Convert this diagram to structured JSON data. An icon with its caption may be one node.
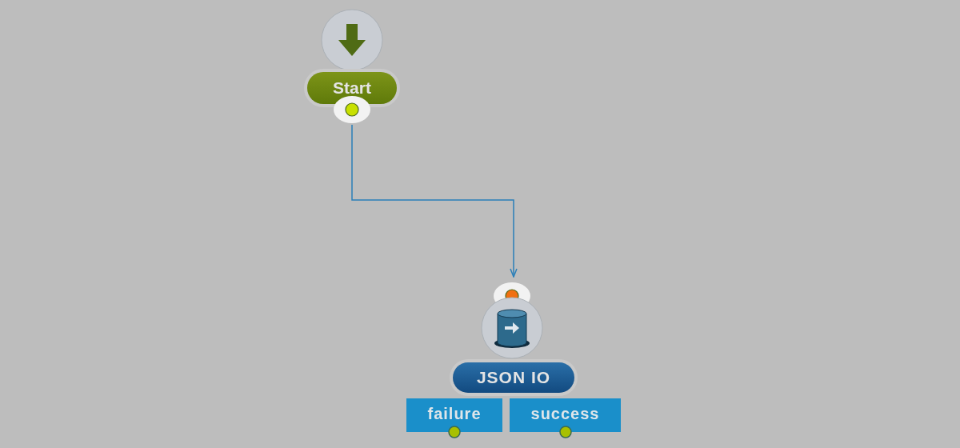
{
  "diagram": {
    "nodes": [
      {
        "text": [
          "Start"
        ]
      },
      {
        "text": [
          "JSON IO"
        ]
      },
      {
        "text": [
          "failure"
        ]
      },
      {
        "text": [
          "success"
        ]
      }
    ],
    "edges": [
      {
        "from": 0,
        "to": 1,
        "arrow": "to"
      }
    ]
  }
}
